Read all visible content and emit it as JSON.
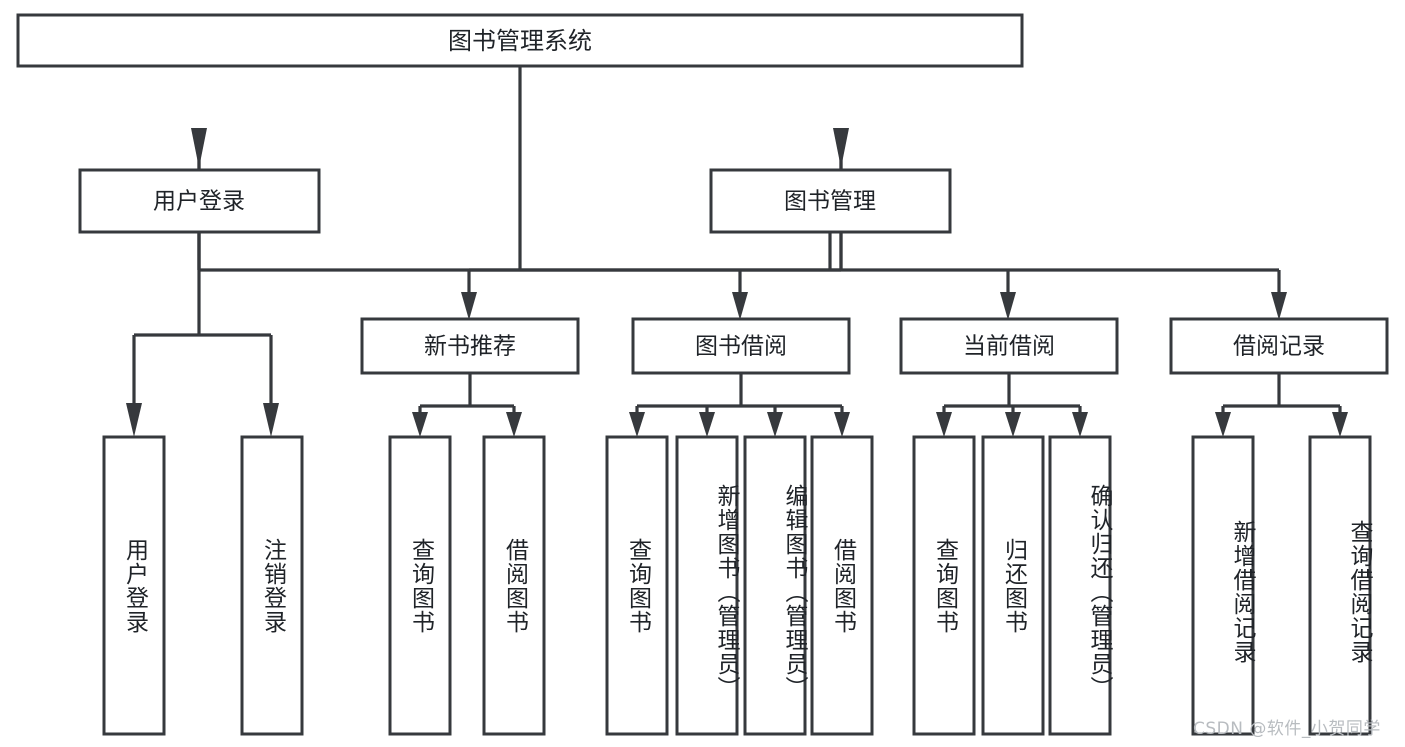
{
  "diagram": {
    "title": "图书管理系统",
    "type": "tree-hierarchy",
    "watermark": "CSDN @软件_小贺同学",
    "colors": {
      "stroke": "#36393d",
      "fill": "#ffffff",
      "text": "#1f2328",
      "watermark": "#b8bcc0"
    },
    "levels": {
      "root": {
        "label": "图书管理系统"
      },
      "level2": [
        {
          "label": "用户登录"
        },
        {
          "label": "图书管理"
        }
      ],
      "level3": [
        {
          "label": "新书推荐"
        },
        {
          "label": "图书借阅"
        },
        {
          "label": "当前借阅"
        },
        {
          "label": "借阅记录"
        }
      ],
      "leaves": {
        "user_login": [
          {
            "label": "用户登录"
          },
          {
            "label": "注销登录"
          }
        ],
        "new_book_recommend": [
          {
            "label": "查询图书"
          },
          {
            "label": "借阅图书"
          }
        ],
        "book_borrow": [
          {
            "label": "查询图书"
          },
          {
            "label": "新增图书（管理员）"
          },
          {
            "label": "编辑图书（管理员）"
          },
          {
            "label": "借阅图书"
          }
        ],
        "current_borrow": [
          {
            "label": "查询图书"
          },
          {
            "label": "归还图书"
          },
          {
            "label": "确认归还（管理员）"
          }
        ],
        "borrow_record": [
          {
            "label": "新增借阅记录"
          },
          {
            "label": "查询借阅记录"
          }
        ]
      }
    }
  }
}
